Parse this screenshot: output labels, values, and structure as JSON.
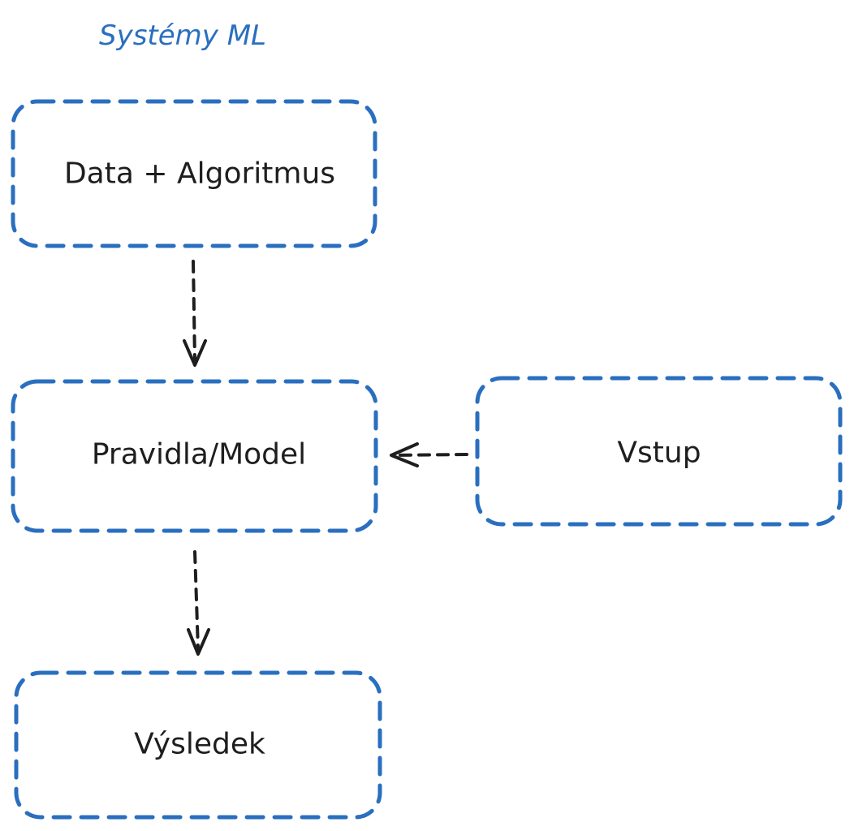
{
  "title": "Systémy ML",
  "colors": {
    "box_stroke": "#2a6fbf",
    "arrow_stroke": "#1e1e1e",
    "title_text": "#2a6fbf",
    "label_text": "#1e1e1e"
  },
  "nodes": {
    "data_algorithm": "Data + Algoritmus",
    "rules_model": "Pravidla/Model",
    "input": "Vstup",
    "result": "Výsledek"
  },
  "edges": [
    {
      "from": "data_algorithm",
      "to": "rules_model"
    },
    {
      "from": "input",
      "to": "rules_model"
    },
    {
      "from": "rules_model",
      "to": "result"
    }
  ]
}
